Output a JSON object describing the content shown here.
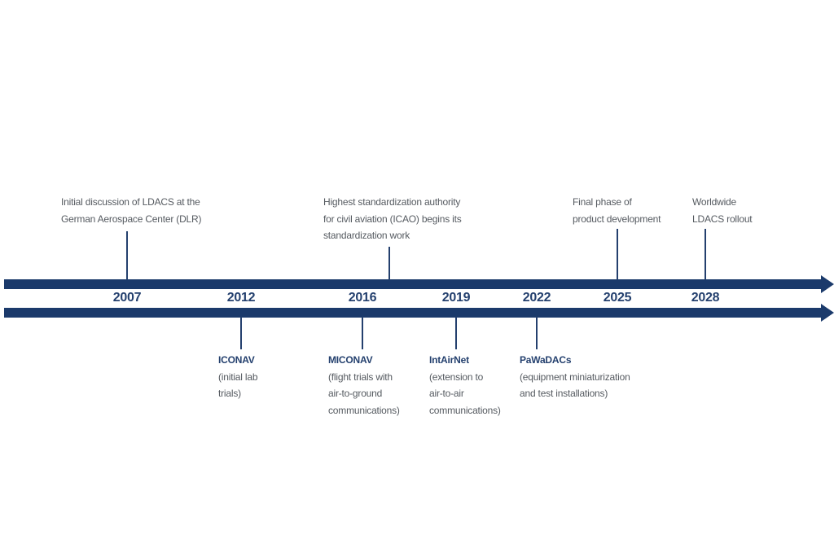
{
  "colors": {
    "primary": "#1b3a6b",
    "text": "#555a60"
  },
  "years": [
    "2007",
    "2012",
    "2016",
    "2019",
    "2022",
    "2025",
    "2028"
  ],
  "top_events": [
    {
      "year": "2007",
      "text": "Initial discussion of LDACS at the\nGerman Aerospace Center (DLR)"
    },
    {
      "year": "2016",
      "text": "Highest standardization authority\nfor civil aviation (ICAO) begins its\nstandardization work"
    },
    {
      "year": "2025",
      "text": "Final phase of\nproduct development"
    },
    {
      "year": "2028",
      "text": "Worldwide\nLDACS rollout"
    }
  ],
  "bottom_events": [
    {
      "year": "2012",
      "title": "ICONAV",
      "text": "(initial lab\ntrials)"
    },
    {
      "year": "2016",
      "title": "MICONAV",
      "text": "(flight trials with\nair-to-ground\ncommunications)"
    },
    {
      "year": "2019",
      "title": "IntAirNet",
      "text": "(extension to\nair-to-air\ncommunications)"
    },
    {
      "year": "2022",
      "title": "PaWaDACs",
      "text": "(equipment miniaturization\nand test installations)"
    }
  ]
}
